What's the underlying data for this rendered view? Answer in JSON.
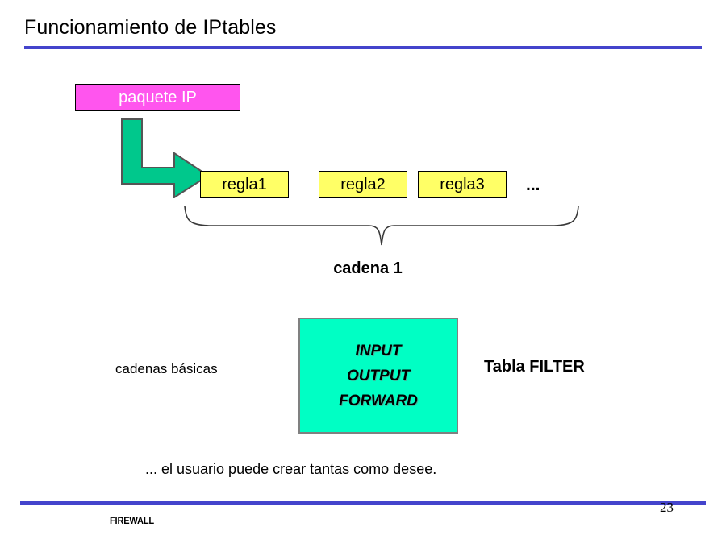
{
  "slide": {
    "title": "Funcionamiento de IPtables",
    "accent_color": "#4444cc",
    "background": "#ffffff"
  },
  "diagram": {
    "packet": {
      "label": "paquete IP",
      "fill": "#ff55ee",
      "text_color": "#ffffff",
      "shadow_color": "#808080"
    },
    "arrow": {
      "name": "elbow-arrow-down-right",
      "fill": "#00c88c",
      "stroke": "#555555"
    },
    "rules": [
      {
        "label": "regla1",
        "fill": "#ffff66"
      },
      {
        "label": "regla2",
        "fill": "#ffff66"
      },
      {
        "label": "regla3",
        "fill": "#ffff66"
      }
    ],
    "rules_ellipsis": "...",
    "brace_label": "cadena 1",
    "basic_chains_label": "cadenas básicas",
    "filter_table": {
      "label": "Tabla FILTER",
      "fill": "#00ffc4",
      "border": "#808080",
      "chains": [
        "INPUT",
        "OUTPUT",
        "FORWARD"
      ]
    },
    "note": "... el usuario puede crear tantas como desee."
  },
  "footer": {
    "text": "FIREWALL",
    "page_number": "23",
    "rule_color": "#4444cc"
  }
}
